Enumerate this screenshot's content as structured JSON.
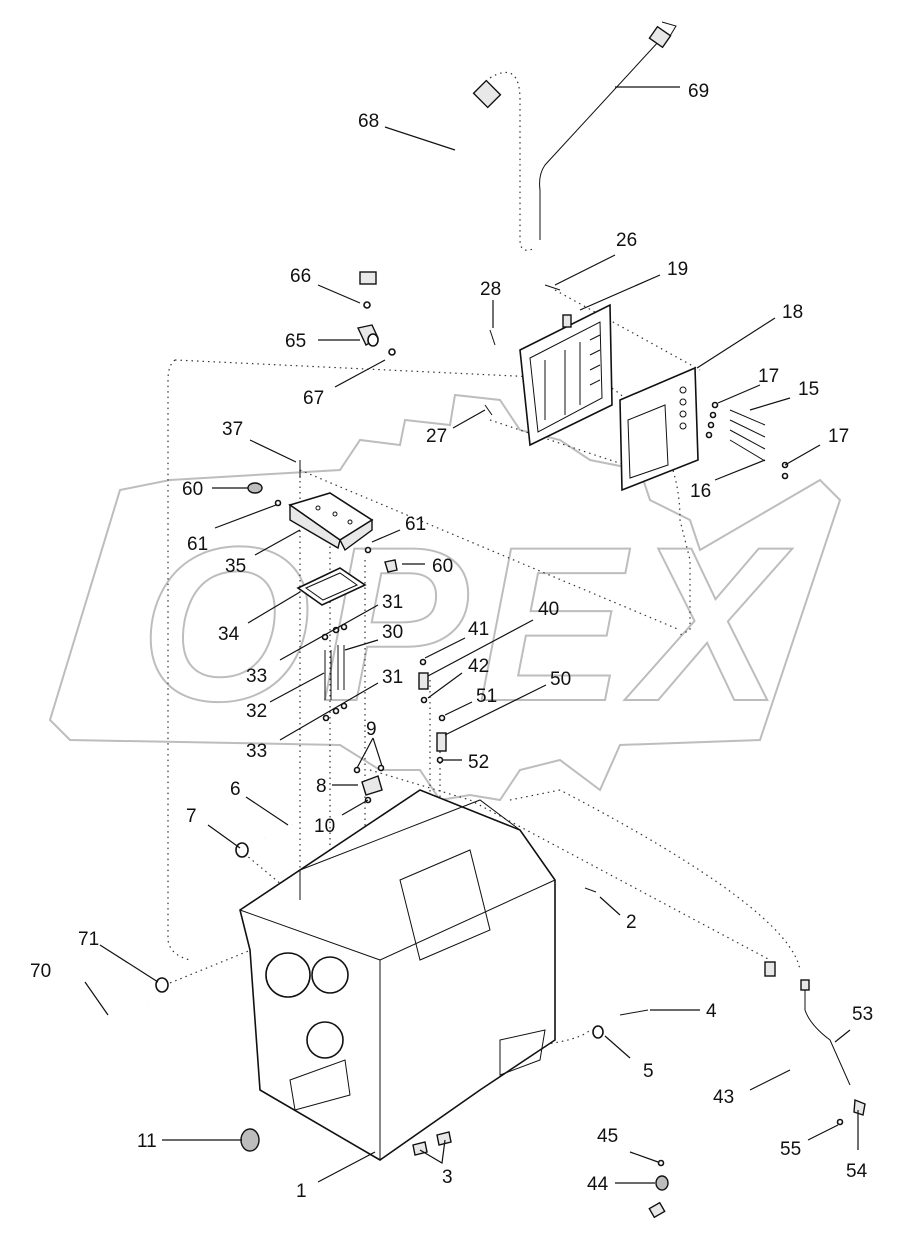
{
  "callouts": [
    {
      "label": "1"
    },
    {
      "label": "2"
    },
    {
      "label": "3"
    },
    {
      "label": "4"
    },
    {
      "label": "5"
    },
    {
      "label": "6"
    },
    {
      "label": "7"
    },
    {
      "label": "8"
    },
    {
      "label": "9"
    },
    {
      "label": "10"
    },
    {
      "label": "11"
    },
    {
      "label": "15"
    },
    {
      "label": "16"
    },
    {
      "label": "17"
    },
    {
      "label": "17"
    },
    {
      "label": "18"
    },
    {
      "label": "19"
    },
    {
      "label": "26"
    },
    {
      "label": "27"
    },
    {
      "label": "28"
    },
    {
      "label": "30"
    },
    {
      "label": "31"
    },
    {
      "label": "31"
    },
    {
      "label": "32"
    },
    {
      "label": "33"
    },
    {
      "label": "33"
    },
    {
      "label": "34"
    },
    {
      "label": "35"
    },
    {
      "label": "37"
    },
    {
      "label": "40"
    },
    {
      "label": "41"
    },
    {
      "label": "42"
    },
    {
      "label": "43"
    },
    {
      "label": "44"
    },
    {
      "label": "45"
    },
    {
      "label": "50"
    },
    {
      "label": "51"
    },
    {
      "label": "52"
    },
    {
      "label": "53"
    },
    {
      "label": "54"
    },
    {
      "label": "55"
    },
    {
      "label": "60"
    },
    {
      "label": "60"
    },
    {
      "label": "61"
    },
    {
      "label": "61"
    },
    {
      "label": "65"
    },
    {
      "label": "66"
    },
    {
      "label": "67"
    },
    {
      "label": "68"
    },
    {
      "label": "69"
    },
    {
      "label": "70"
    },
    {
      "label": "71"
    }
  ],
  "watermark": {
    "text": "OPEX",
    "color": "#bdbdbd"
  }
}
